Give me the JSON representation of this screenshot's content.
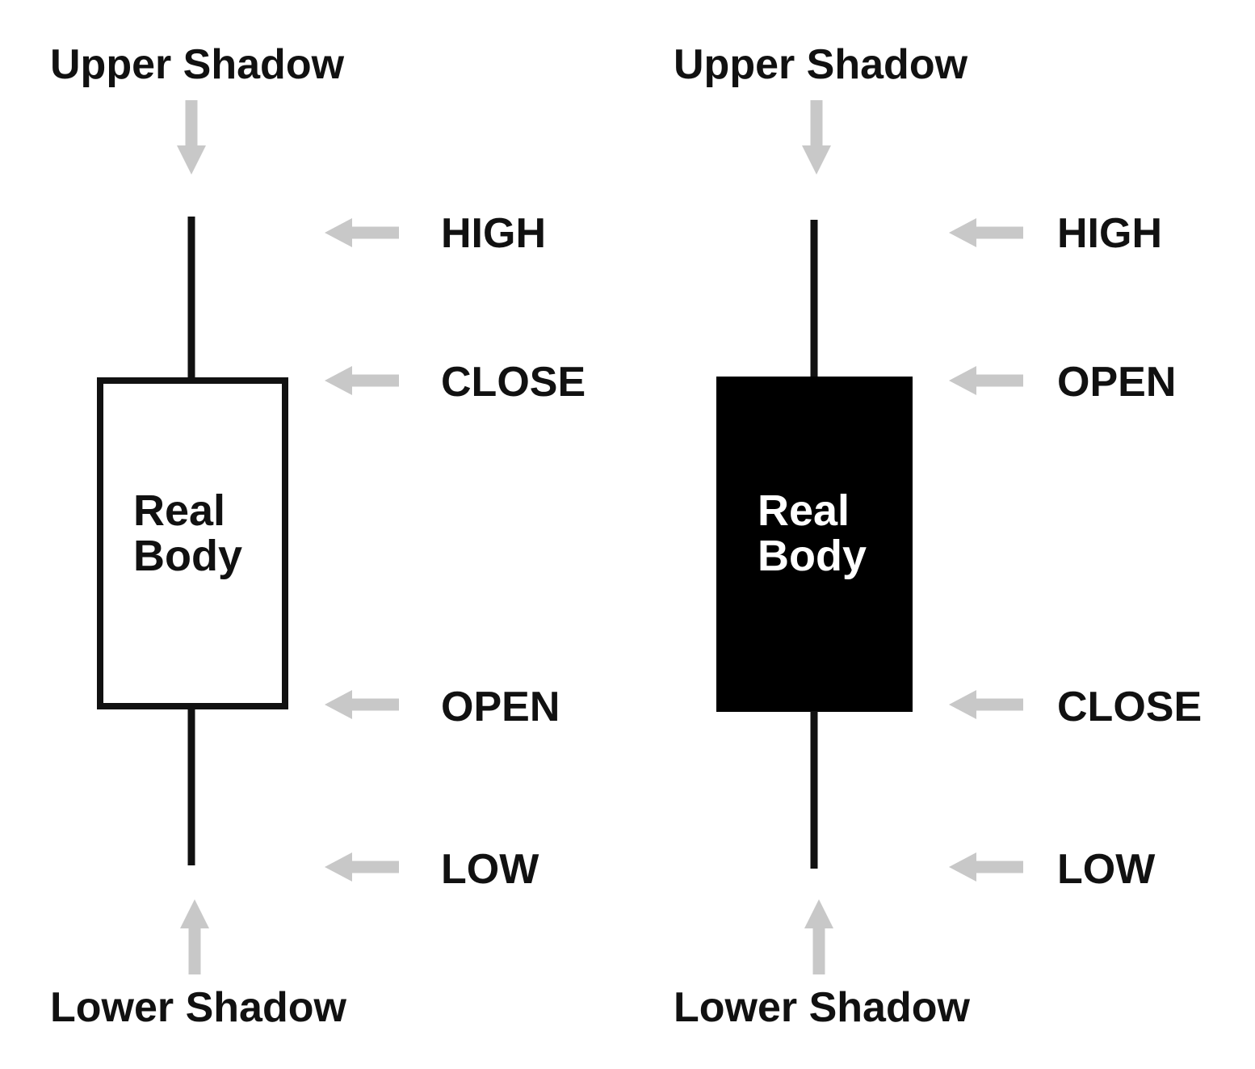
{
  "candles": [
    {
      "kind": "bullish",
      "fill": "#ffffff",
      "body_text_color": "#111111",
      "upper_shadow_label": "Upper Shadow",
      "lower_shadow_label": "Lower Shadow",
      "body_line1": "Real",
      "body_line2": "Body",
      "levels": [
        "HIGH",
        "CLOSE",
        "OPEN",
        "LOW"
      ]
    },
    {
      "kind": "bearish",
      "fill": "#000000",
      "body_text_color": "#ffffff",
      "upper_shadow_label": "Upper Shadow",
      "lower_shadow_label": "Lower Shadow",
      "body_line1": "Real",
      "body_line2": "Body",
      "levels": [
        "HIGH",
        "OPEN",
        "CLOSE",
        "LOW"
      ]
    }
  ],
  "colors": {
    "arrow": "#c8c8c8",
    "ink": "#111111"
  }
}
